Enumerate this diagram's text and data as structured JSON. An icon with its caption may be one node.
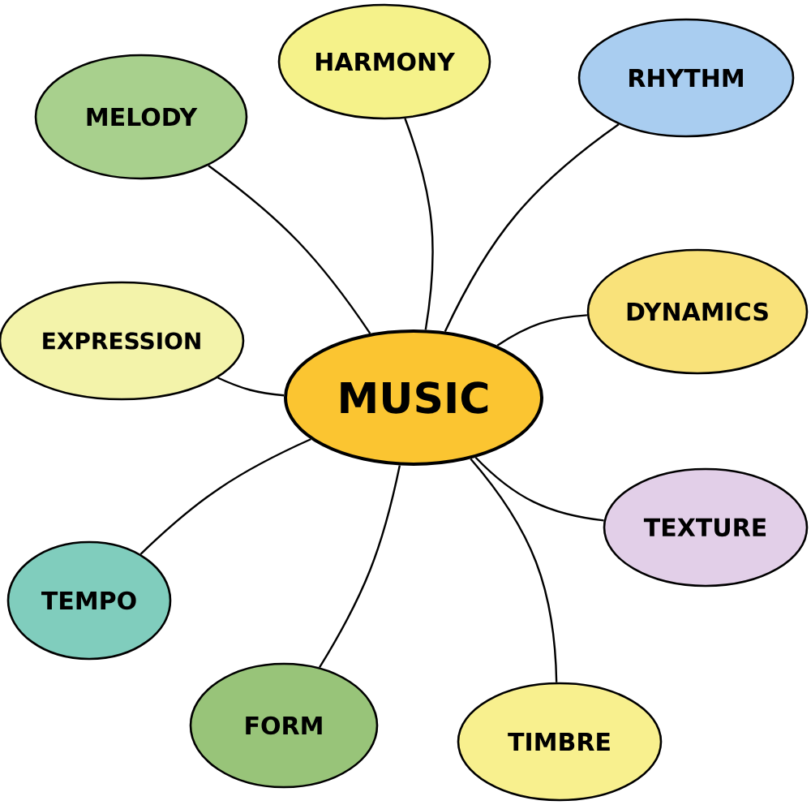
{
  "diagram": {
    "nodes": [
      {
        "text": [
          "MUSIC"
        ]
      },
      {
        "text": [
          "HARMONY"
        ]
      },
      {
        "text": [
          "MELODY"
        ]
      },
      {
        "text": [
          "RHYTHM"
        ]
      },
      {
        "text": [
          "EXPRESSION"
        ]
      },
      {
        "text": [
          "DYNAMICS"
        ]
      },
      {
        "text": [
          "TEXTURE"
        ]
      },
      {
        "text": [
          "TEMPO"
        ]
      },
      {
        "text": [
          "FORM"
        ]
      },
      {
        "text": [
          "TIMBRE"
        ]
      }
    ],
    "edges": [
      {
        "from": 0,
        "to": 1,
        "arrow": "none"
      },
      {
        "from": 0,
        "to": 2,
        "arrow": "none"
      },
      {
        "from": 0,
        "to": 3,
        "arrow": "none"
      },
      {
        "from": 0,
        "to": 4,
        "arrow": "none"
      },
      {
        "from": 0,
        "to": 5,
        "arrow": "none"
      },
      {
        "from": 0,
        "to": 6,
        "arrow": "none"
      },
      {
        "from": 0,
        "to": 7,
        "arrow": "none"
      },
      {
        "from": 0,
        "to": 8,
        "arrow": "none"
      },
      {
        "from": 0,
        "to": 9,
        "arrow": "none"
      }
    ]
  }
}
